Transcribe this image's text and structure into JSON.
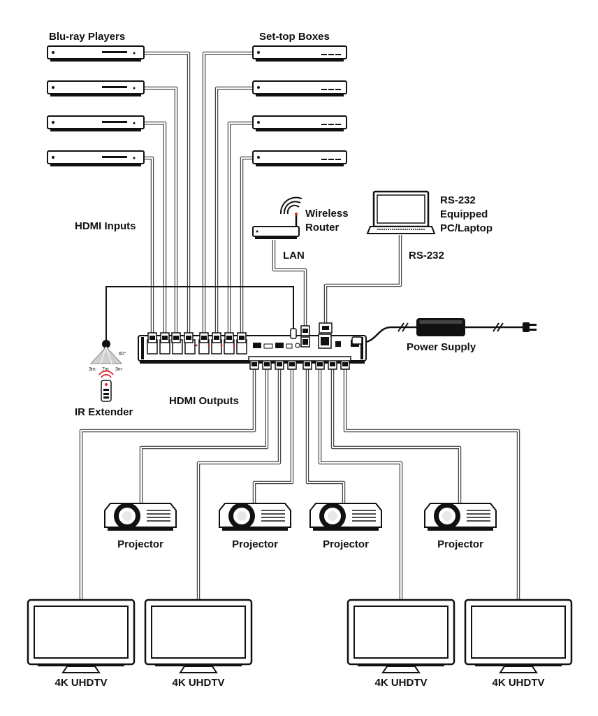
{
  "labels": {
    "bluray_players": "Blu-ray Players",
    "settop_boxes": "Set-top Boxes",
    "hdmi_inputs": "HDMI Inputs",
    "wireless_router_line1": "Wireless",
    "wireless_router_line2": "Router",
    "lan": "LAN",
    "rs232_pc_line1": "RS-232",
    "rs232_pc_line2": "Equipped",
    "rs232_pc_line3": "PC/Laptop",
    "rs232": "RS-232",
    "power_supply": "Power Supply",
    "hdmi_outputs": "HDMI Outputs",
    "ir_extender": "IR Extender",
    "ir_angle": "60°",
    "ir_dist_left": "3m",
    "ir_dist_mid": "7m",
    "ir_dist_right": "3m"
  },
  "projectors": [
    "Projector",
    "Projector",
    "Projector",
    "Projector"
  ],
  "tvs": [
    "4K UHDTV",
    "4K UHDTV",
    "4K UHDTV",
    "4K UHDTV"
  ],
  "colors": {
    "line": "#111111",
    "cable": "#4a4a4a",
    "device_fill": "#ffffff",
    "accent_red": "#d8232a"
  }
}
